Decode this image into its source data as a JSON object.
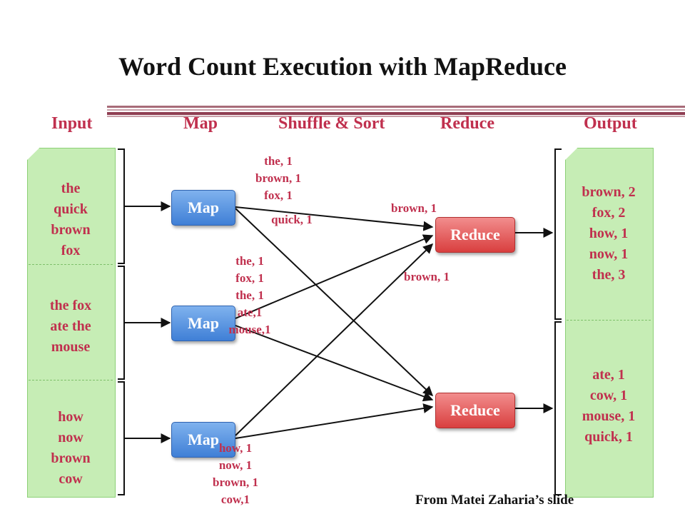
{
  "title": "Word Count Execution with MapReduce",
  "stages": [
    "Input",
    "Map",
    "Shuffle & Sort",
    "Reduce",
    "Output"
  ],
  "input_chunks": [
    "the\nquick\nbrown\nfox",
    "the fox\nate the\nmouse",
    "how\nnow\nbrown\ncow"
  ],
  "map_label": "Map",
  "reduce_label": "Reduce",
  "map_outputs": [
    "the, 1\nbrown, 1\nfox, 1",
    "quick, 1",
    "the, 1\nfox, 1\nthe, 1\nate,1\nmouse,1",
    "how, 1\nnow, 1\nbrown, 1\ncow,1"
  ],
  "shuffle_labels": [
    "brown, 1",
    "brown, 1"
  ],
  "output_chunks": [
    "brown, 2\nfox, 2\nhow, 1\nnow, 1\nthe, 3",
    "ate, 1\ncow, 1\nmouse, 1\nquick, 1"
  ],
  "credit": "From Matei Zaharia’s slide",
  "colors": {
    "accent_text": "#c0304e",
    "map_fill": "#4a86dc",
    "reduce_fill": "#e04848",
    "doc_fill": "#c6edb5"
  }
}
